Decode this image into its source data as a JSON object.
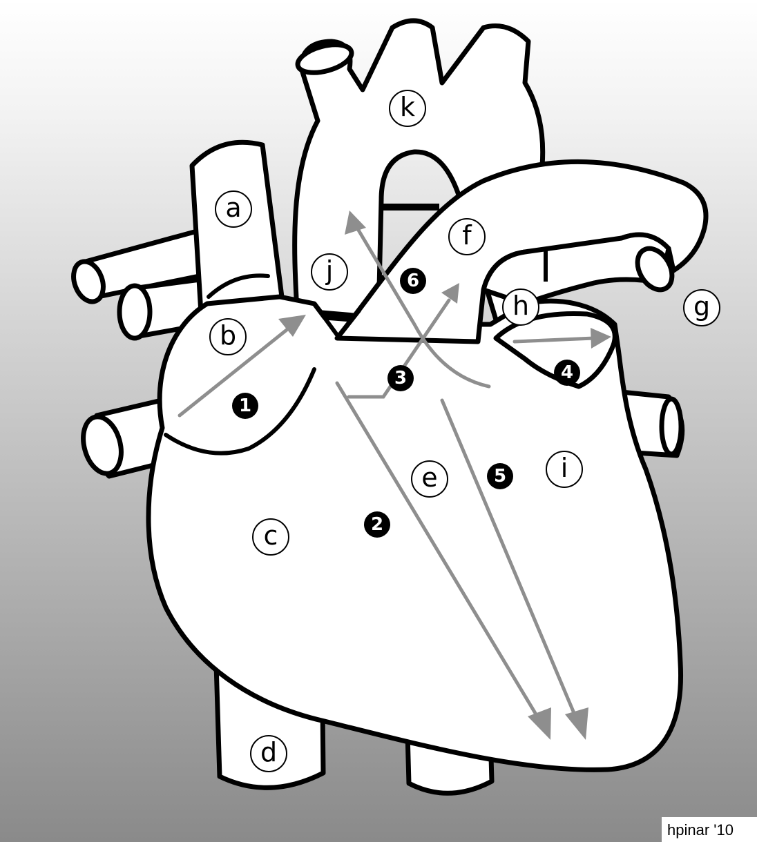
{
  "labels": {
    "a": "a",
    "b": "b",
    "c": "c",
    "d": "d",
    "e": "e",
    "f": "f",
    "g": "g",
    "h": "h",
    "i": "i",
    "j": "j",
    "k": "k"
  },
  "steps": {
    "s1": "1",
    "s2": "2",
    "s3": "3",
    "s4": "4",
    "s5": "5",
    "s6": "6"
  },
  "credit": "hpinar '10",
  "colors": {
    "outline": "#000000",
    "fill": "#ffffff",
    "arrow": "#8e8e8e",
    "background_top": "#ffffff",
    "background_bottom": "#8a8a8a"
  }
}
